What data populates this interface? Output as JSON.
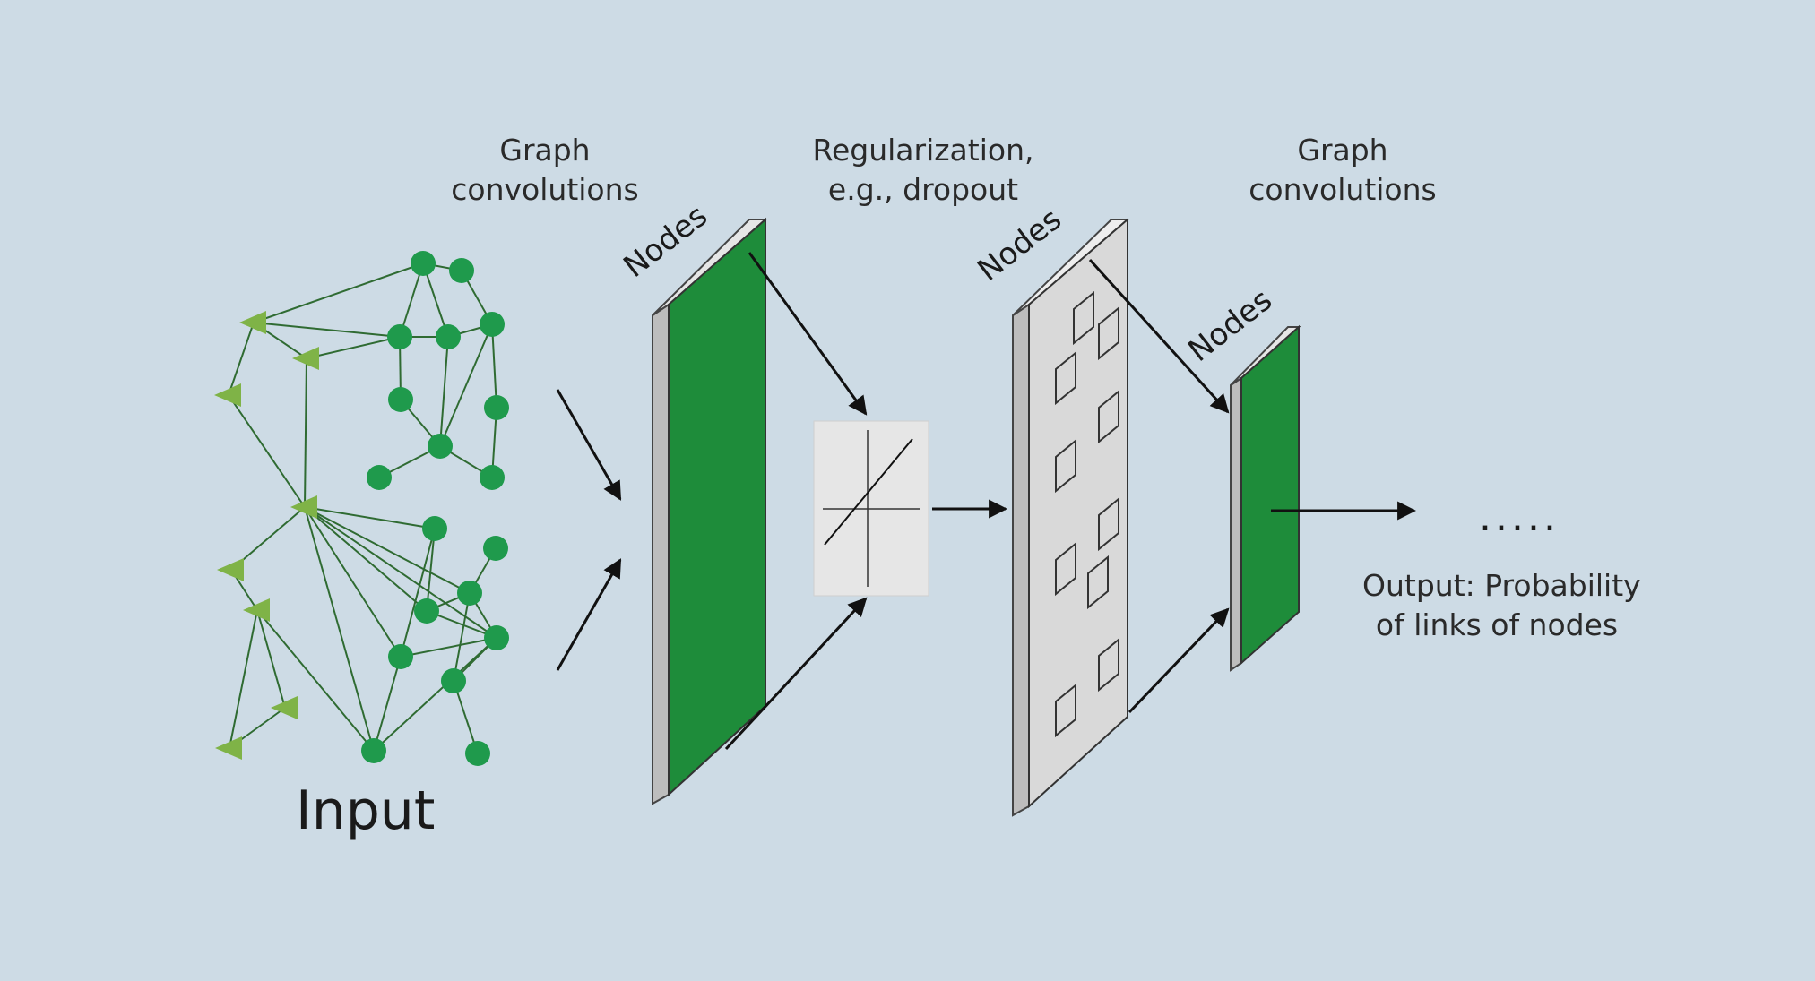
{
  "labels": {
    "conv1": [
      "Graph",
      "convolutions"
    ],
    "reg": [
      "Regularization,",
      "e.g., dropout"
    ],
    "conv2": [
      "Graph",
      "convolutions"
    ],
    "input": "Input",
    "nodes": "Nodes",
    "output": [
      "Output: Probability",
      "of links of nodes"
    ],
    "ellipsis": "....."
  },
  "colors": {
    "background": "#cddbe5",
    "layer_green": "#1e8c3a",
    "layer_gray": "#d9d9d9",
    "node_green": "#1f9a4c",
    "triangle_green": "#7fb347",
    "edge": "#2f6b32"
  }
}
